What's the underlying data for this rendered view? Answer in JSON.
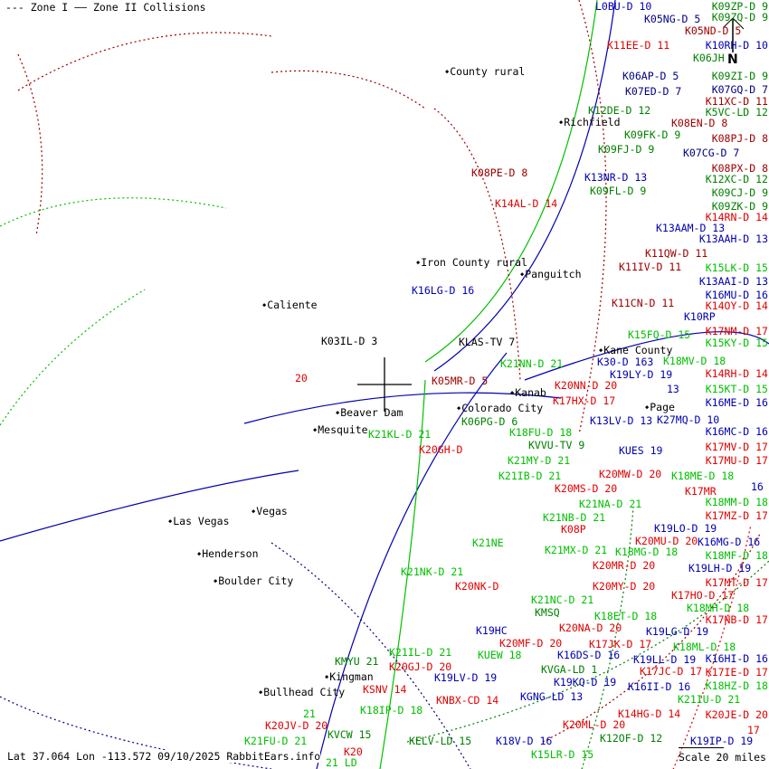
{
  "legend": {
    "zone1": "--- Zone I",
    "zone2": "—— Zone II Collisions"
  },
  "status": "Lat 37.064 Lon -113.572 09/10/2025 RabbitEars.info",
  "scale": "Scale 20 miles",
  "north_label": "N",
  "colors": {
    "green": "#00c000",
    "dkgreen": "#008000",
    "blue": "#0000b0",
    "dkblue": "#000080",
    "red": "#e00000",
    "dkred": "#a00000",
    "black": "#000000"
  },
  "cities": [
    "Iron County rural",
    "Panguitch",
    "Caliente",
    "Mesquite",
    "Kanab",
    "Page",
    "Kane County",
    "Las Vegas",
    "Henderson",
    "Boulder City",
    "Kingman",
    "Bullhead City",
    "Richfield",
    "County rural",
    "Vegas",
    "Colorado City",
    "Beaver Dam"
  ],
  "stations": [
    {
      "t": "L0BU-D 10",
      "c": "blue"
    },
    {
      "t": "K05NG-D 5",
      "c": "dkblue"
    },
    {
      "t": "K09ZP-D 9",
      "c": "dkgreen"
    },
    {
      "t": "K05ND-D 5",
      "c": "dkred"
    },
    {
      "t": "K10RH-D 10",
      "c": "blue"
    },
    {
      "t": "K09ZQ-D 9",
      "c": "dkgreen"
    },
    {
      "t": "K06JH",
      "c": "dkgreen"
    },
    {
      "t": "K09ZI-D 9",
      "c": "dkgreen"
    },
    {
      "t": "K11EE-D 11",
      "c": "red"
    },
    {
      "t": "K06AP-D 5",
      "c": "dkblue"
    },
    {
      "t": "K07ED-D 7",
      "c": "dkblue"
    },
    {
      "t": "K07GQ-D 7",
      "c": "dkblue"
    },
    {
      "t": "K11XC-D 11",
      "c": "dkred"
    },
    {
      "t": "K12DE-D 12",
      "c": "dkgreen"
    },
    {
      "t": "K08EN-D 8",
      "c": "dkred"
    },
    {
      "t": "K08PJ-D 8",
      "c": "dkred"
    },
    {
      "t": "K09FK-D 9",
      "c": "dkgreen"
    },
    {
      "t": "K07CG-D 7",
      "c": "dkblue"
    },
    {
      "t": "K09FJ-D 9",
      "c": "dkgreen"
    },
    {
      "t": "K08PX-D 8",
      "c": "dkred"
    },
    {
      "t": "K12XC-D 12",
      "c": "dkgreen"
    },
    {
      "t": "K09CJ-D 9",
      "c": "dkgreen"
    },
    {
      "t": "K09ZK-D 9",
      "c": "dkgreen"
    },
    {
      "t": "K14RN-D 14",
      "c": "red"
    },
    {
      "t": "K13NR-D 13",
      "c": "blue"
    },
    {
      "t": "K09FL-D 9",
      "c": "dkgreen"
    },
    {
      "t": "K13AAM-D 13",
      "c": "blue"
    },
    {
      "t": "K08PE-D 8",
      "c": "dkred"
    },
    {
      "t": "K14AL-D 14",
      "c": "red"
    },
    {
      "t": "K13AAH-D 13",
      "c": "blue"
    },
    {
      "t": "K11QW-D 11",
      "c": "dkred"
    },
    {
      "t": "K11IV-D 11",
      "c": "dkred"
    },
    {
      "t": "K15LK-D 15",
      "c": "green"
    },
    {
      "t": "K13AAI-D 13",
      "c": "blue"
    },
    {
      "t": "K16MU-D 16",
      "c": "blue"
    },
    {
      "t": "K11CN-D 11",
      "c": "dkred"
    },
    {
      "t": "K10RP",
      "c": "blue"
    },
    {
      "t": "K14OY-D 14",
      "c": "red"
    },
    {
      "t": "K17NM-D 17",
      "c": "red"
    },
    {
      "t": "K15FQ-D 15",
      "c": "green"
    },
    {
      "t": "K18MV-D 18",
      "c": "green"
    },
    {
      "t": "K15KY-D 15",
      "c": "green"
    },
    {
      "t": "K14RH-D 14",
      "c": "red"
    },
    {
      "t": "K15KT-D 15",
      "c": "green"
    },
    {
      "t": "K19LY-D 19",
      "c": "blue"
    },
    {
      "t": "13",
      "c": "blue"
    },
    {
      "t": "K30-D 163",
      "c": "blue"
    },
    {
      "t": "K27MQ-D 10",
      "c": "blue"
    },
    {
      "t": "K16ME-D 16",
      "c": "blue"
    },
    {
      "t": "K16MC-D 16",
      "c": "blue"
    },
    {
      "t": "K17MV-D 17",
      "c": "red"
    },
    {
      "t": "K17MU-D 17",
      "c": "red"
    },
    {
      "t": "K13LV-D 13",
      "c": "blue"
    },
    {
      "t": "K18ME-D 18",
      "c": "green"
    },
    {
      "t": "K17MR",
      "c": "red"
    },
    {
      "t": "K18MM-D 18",
      "c": "green"
    },
    {
      "t": "K17MZ-D 17",
      "c": "red"
    },
    {
      "t": "KUES 19",
      "c": "blue"
    },
    {
      "t": "K19LO-D 19",
      "c": "blue"
    },
    {
      "t": "K20MW-D 20",
      "c": "red"
    },
    {
      "t": "K16MG-D 16",
      "c": "blue"
    },
    {
      "t": "K18MF-D 18",
      "c": "green"
    },
    {
      "t": "K21NA-D 21",
      "c": "green"
    },
    {
      "t": "K19LH-D 19",
      "c": "blue"
    },
    {
      "t": "16",
      "c": "blue"
    },
    {
      "t": "K20MU-D 20",
      "c": "red"
    },
    {
      "t": "K17MT-D 17",
      "c": "red"
    },
    {
      "t": "K18MG-D 18",
      "c": "green"
    },
    {
      "t": "K17HO-D 17",
      "c": "red"
    },
    {
      "t": "K18MH-D 18",
      "c": "green"
    },
    {
      "t": "K17NB-D 17",
      "c": "red"
    },
    {
      "t": "K20MR-D 20",
      "c": "red"
    },
    {
      "t": "K19LG-D 19",
      "c": "blue"
    },
    {
      "t": "K18ML-D 18",
      "c": "green"
    },
    {
      "t": "K20MY-D 20",
      "c": "red"
    },
    {
      "t": "K19LL-D 19",
      "c": "blue"
    },
    {
      "t": "K17JC-D 17",
      "c": "red"
    },
    {
      "t": "K18ET-D 18",
      "c": "green"
    },
    {
      "t": "K16II-D 16",
      "c": "blue"
    },
    {
      "t": "K16HI-D 16",
      "c": "blue"
    },
    {
      "t": "K17JK-D 17",
      "c": "red"
    },
    {
      "t": "K17IE-D 17",
      "c": "red"
    },
    {
      "t": "K18HZ-D 18",
      "c": "green"
    },
    {
      "t": "K21IU-D 21",
      "c": "green"
    },
    {
      "t": "K20JE-D 20",
      "c": "red"
    },
    {
      "t": "K12OF-D 12",
      "c": "dkgreen"
    },
    {
      "t": "K16LG-D 16",
      "c": "blue"
    },
    {
      "t": "K03IL-D 3",
      "c": "black"
    },
    {
      "t": "K05MR-D 5",
      "c": "dkred"
    },
    {
      "t": "K06PG-D 6",
      "c": "dkgreen"
    },
    {
      "t": "KLAS-TV 7",
      "c": "black"
    },
    {
      "t": "K21NN-D 21",
      "c": "green"
    },
    {
      "t": "K20NN-D 20",
      "c": "red"
    },
    {
      "t": "K17HX-D 17",
      "c": "red"
    },
    {
      "t": "K18FU-D 18",
      "c": "green"
    },
    {
      "t": "KVVU-TV 9",
      "c": "dkgreen"
    },
    {
      "t": "K21KL-D 21",
      "c": "green"
    },
    {
      "t": "K20GH-D",
      "c": "red"
    },
    {
      "t": "K21MY-D 21",
      "c": "green"
    },
    {
      "t": "K20MS-D 20",
      "c": "red"
    },
    {
      "t": "K21NB-D 21",
      "c": "green"
    },
    {
      "t": "K21IB-D 21",
      "c": "green"
    },
    {
      "t": "K08P",
      "c": "red"
    },
    {
      "t": "K21NE",
      "c": "green"
    },
    {
      "t": "K21MX-D 21",
      "c": "green"
    },
    {
      "t": "K21NK-D 21",
      "c": "green"
    },
    {
      "t": "K20NK-D",
      "c": "red"
    },
    {
      "t": "K21NC-D 21",
      "c": "green"
    },
    {
      "t": "K20NA-D 20",
      "c": "red"
    },
    {
      "t": "KMSQ",
      "c": "dkgreen"
    },
    {
      "t": "K16DS-D 16",
      "c": "blue"
    },
    {
      "t": "KVGA-LD 1",
      "c": "dkgreen"
    },
    {
      "t": "K20MF-D 20",
      "c": "red"
    },
    {
      "t": "K19KQ-D 19",
      "c": "blue"
    },
    {
      "t": "K19HC",
      "c": "blue"
    },
    {
      "t": "KUEW 18",
      "c": "green"
    },
    {
      "t": "K21IL-D 21",
      "c": "green"
    },
    {
      "t": "KMYU 21",
      "c": "dkgreen"
    },
    {
      "t": "K20GJ-D 20",
      "c": "red"
    },
    {
      "t": "K19LV-D 19",
      "c": "blue"
    },
    {
      "t": "KGNG-LD 13",
      "c": "blue"
    },
    {
      "t": "KSNV 14",
      "c": "red"
    },
    {
      "t": "KNBX-CD 14",
      "c": "red"
    },
    {
      "t": "K18IP-D 18",
      "c": "green"
    },
    {
      "t": "K20JV-D 20",
      "c": "red"
    },
    {
      "t": "KVCW 15",
      "c": "dkgreen"
    },
    {
      "t": "KELV-LD 15",
      "c": "dkgreen"
    },
    {
      "t": "K15LR-D 15",
      "c": "green"
    },
    {
      "t": "K21FU-D 21",
      "c": "green"
    },
    {
      "t": "21",
      "c": "green"
    },
    {
      "t": "21 LD",
      "c": "green"
    },
    {
      "t": "K20",
      "c": "red"
    },
    {
      "t": "K18V-D 16",
      "c": "blue"
    },
    {
      "t": "K20ML-D 20",
      "c": "red"
    },
    {
      "t": "K14HG-D 14",
      "c": "red"
    },
    {
      "t": "K19IP-D 19",
      "c": "blue"
    },
    {
      "t": "17",
      "c": "red"
    },
    {
      "t": "20",
      "c": "red"
    },
    {
      "t": "K5VC-LD 12",
      "c": "dkgreen"
    }
  ]
}
